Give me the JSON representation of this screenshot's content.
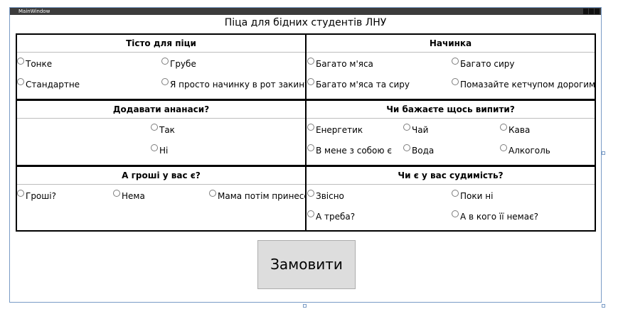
{
  "window": {
    "title": "MainWindow"
  },
  "main_title": "Піца для бідних студентів ЛНУ",
  "groups": {
    "dough": {
      "header": "Тісто для піци",
      "options": [
        "Тонке",
        "Грубе",
        "Стандартне",
        "Я просто начинку в рот закину"
      ]
    },
    "filling": {
      "header": "Начинка",
      "options": [
        "Багато м'яса",
        "Багато сиру",
        "Багато м'яса та сиру",
        "Помазайте кетчупом дорогим"
      ]
    },
    "pineapple": {
      "header": "Додавати ананаси?",
      "options": [
        "Так",
        "Ні"
      ]
    },
    "drinks": {
      "header": "Чи бажаєте щось випити?",
      "options": [
        "Енергетик",
        "Чай",
        "Кава",
        "В мене з собою є",
        "Вода",
        "Алкоголь"
      ]
    },
    "money": {
      "header": "А гроші у вас є?",
      "options": [
        "Гроші?",
        "Нема",
        "Мама потім принесе"
      ]
    },
    "record": {
      "header": "Чи є у вас судимість?",
      "options": [
        "Звісно",
        "Поки ні",
        "А треба?",
        "А в кого її немає?"
      ]
    }
  },
  "order_button": "Замовити"
}
